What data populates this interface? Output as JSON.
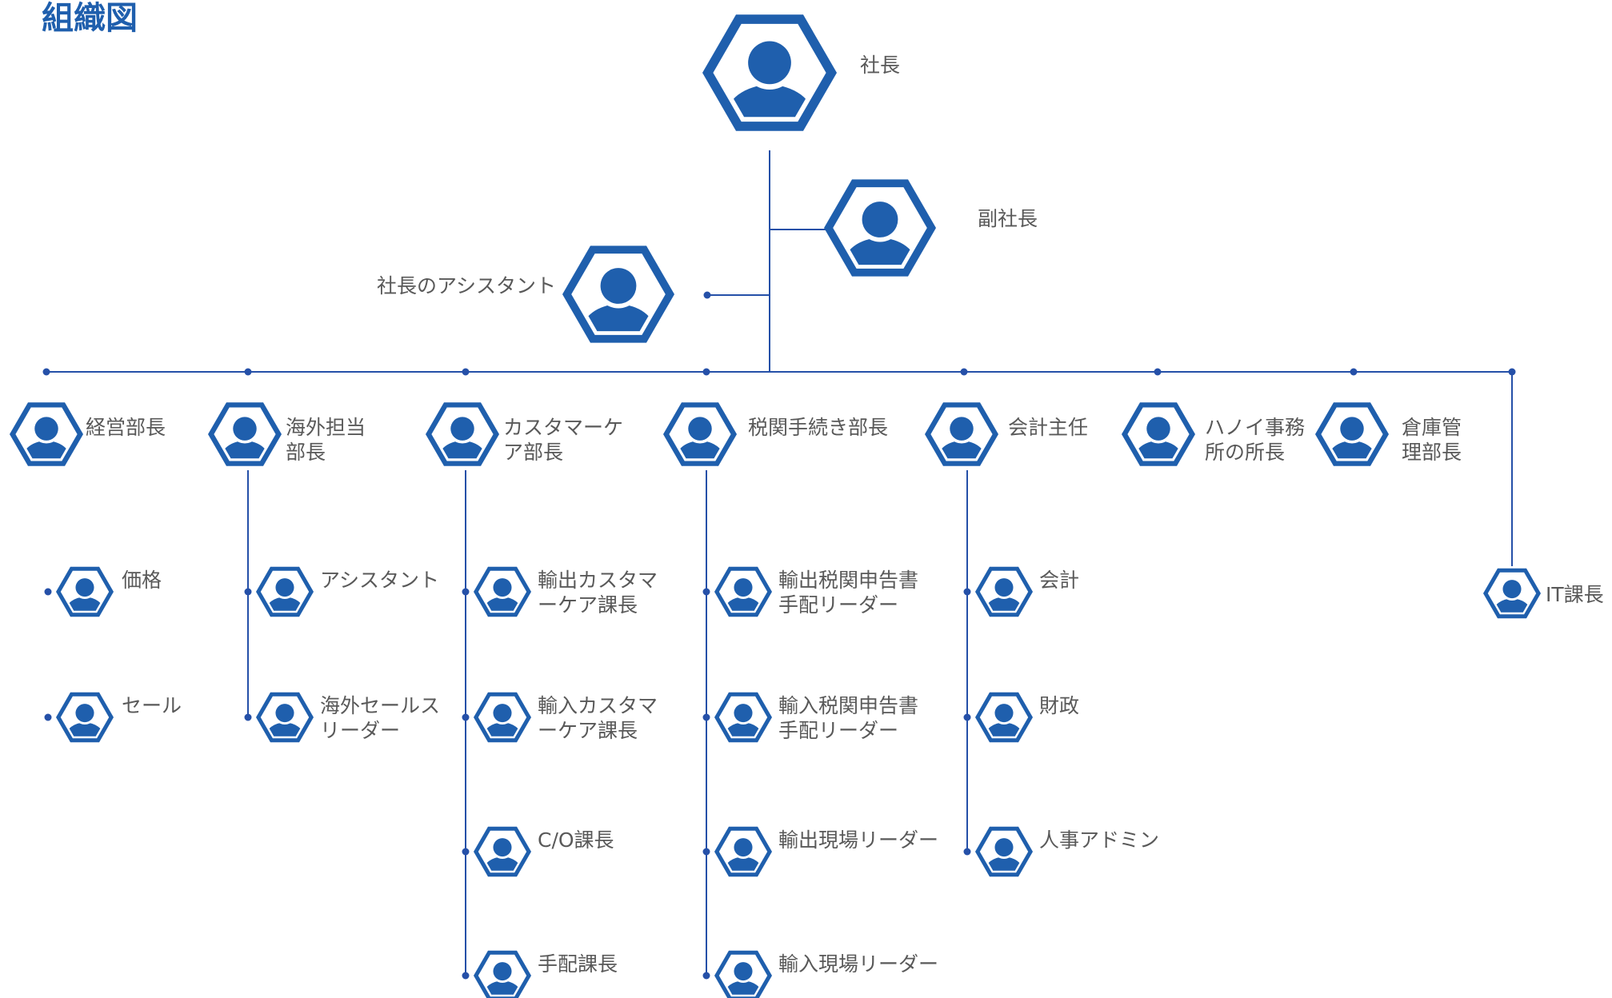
{
  "title": "組織図",
  "colors": {
    "primary": "#1f5fad",
    "line": "#2550a8",
    "text": "#595959",
    "background": "#ffffff"
  },
  "icon": "person-hexagon-icon",
  "org": {
    "root": {
      "label": [
        "社長"
      ]
    },
    "vice": {
      "label": [
        "副社長"
      ]
    },
    "assistant": {
      "label": [
        "社長のアシスタント"
      ]
    },
    "departments": [
      {
        "label": [
          "経営部長"
        ],
        "children": [
          {
            "label": [
              "価格"
            ]
          },
          {
            "label": [
              "セール"
            ]
          }
        ]
      },
      {
        "label": [
          "海外担当",
          "部長"
        ],
        "children": [
          {
            "label": [
              "アシスタント"
            ]
          },
          {
            "label": [
              "海外セールス",
              "リーダー"
            ]
          }
        ]
      },
      {
        "label": [
          "カスタマーケ",
          "ア部長"
        ],
        "children": [
          {
            "label": [
              "輸出カスタマ",
              "ーケア課長"
            ]
          },
          {
            "label": [
              "輸入カスタマ",
              "ーケア課長"
            ]
          },
          {
            "label": [
              "C/O課長"
            ]
          },
          {
            "label": [
              "手配課長"
            ]
          }
        ]
      },
      {
        "label": [
          "税関手続き部長"
        ],
        "children": [
          {
            "label": [
              "輸出税関申告書",
              "手配リーダー"
            ]
          },
          {
            "label": [
              "輸入税関申告書",
              "手配リーダー"
            ]
          },
          {
            "label": [
              "輸出現場リーダー"
            ]
          },
          {
            "label": [
              "輸入現場リーダー"
            ]
          }
        ]
      },
      {
        "label": [
          "会計主任"
        ],
        "children": [
          {
            "label": [
              "会計"
            ]
          },
          {
            "label": [
              "財政"
            ]
          },
          {
            "label": [
              "人事アドミン"
            ]
          }
        ]
      },
      {
        "label": [
          "ハノイ事務",
          "所の所長"
        ],
        "children": []
      },
      {
        "label": [
          "倉庫管",
          "理部長"
        ],
        "children": []
      },
      {
        "label": [],
        "children": [
          {
            "label": [
              "IT課長"
            ]
          }
        ]
      }
    ]
  }
}
